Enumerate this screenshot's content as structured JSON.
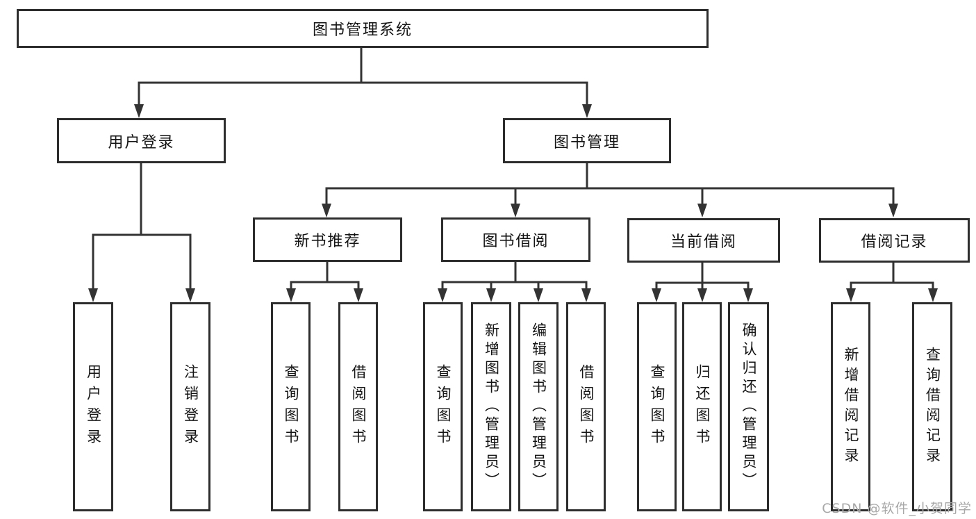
{
  "diagram": {
    "title_hint": "library management system functional structure diagram",
    "colors": {
      "line": "#333333",
      "box_border": "#2d2d2d",
      "box_fill": "#ffffff",
      "text": "#141414",
      "watermark": "#a8a8a8",
      "background": "#ffffff"
    },
    "tree": {
      "root": {
        "label": "图书管理系统"
      },
      "level2": [
        {
          "label": "用户登录"
        },
        {
          "label": "图书管理"
        }
      ],
      "level3": [
        {
          "label": "新书推荐"
        },
        {
          "label": "图书借阅"
        },
        {
          "label": "当前借阅"
        },
        {
          "label": "借阅记录"
        }
      ],
      "leaves": {
        "user_login": [
          "用户登录",
          "注销登录"
        ],
        "new_book": [
          "查询图书",
          "借阅图书"
        ],
        "book_borrow": [
          "查询图书",
          "新增图书（管理员）",
          "编辑图书（管理员）",
          "借阅图书"
        ],
        "current_borrow": [
          "查询图书",
          "归还图书",
          "确认归还（管理员）"
        ],
        "borrow_records": [
          "新增借阅记录",
          "查询借阅记录"
        ]
      }
    }
  },
  "watermark": {
    "text": "CSDN @软件_小贺同学"
  }
}
